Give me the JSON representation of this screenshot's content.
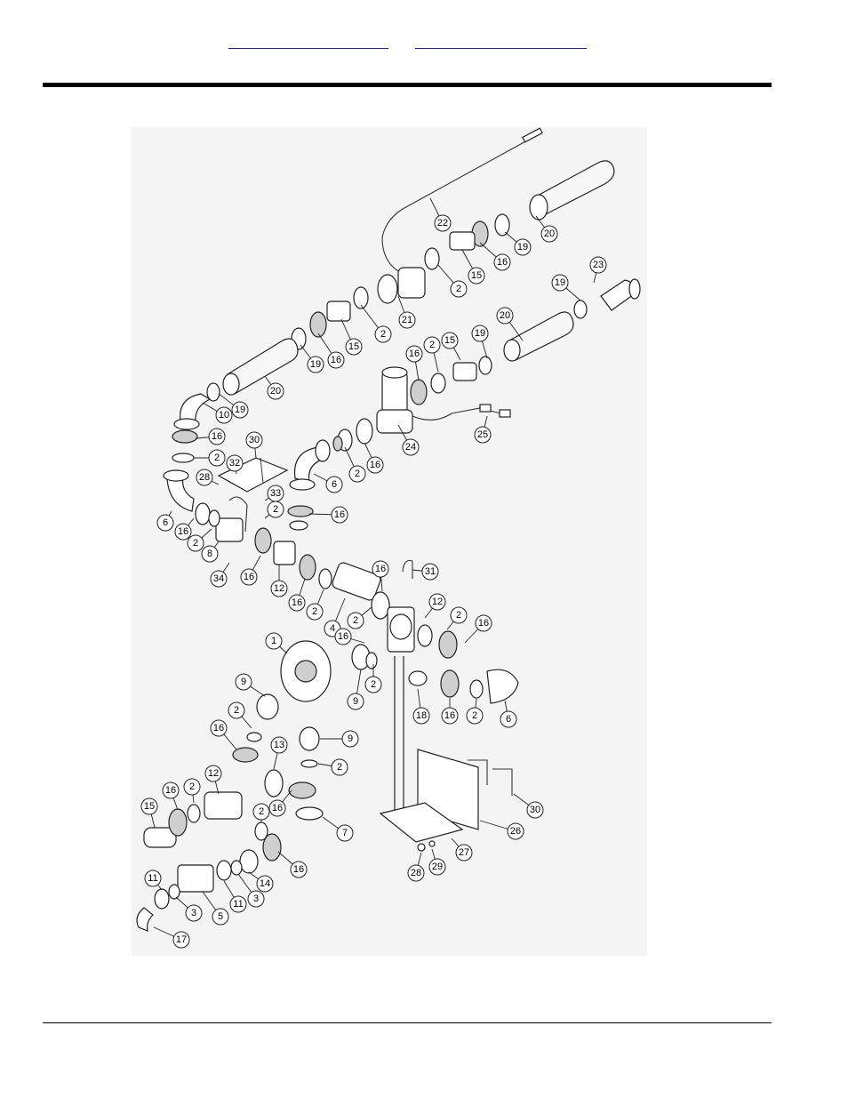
{
  "header": {
    "links": [
      {
        "label": ""
      },
      {
        "label": ""
      }
    ]
  },
  "diagram": {
    "callouts": [
      "1",
      "2",
      "3",
      "4",
      "5",
      "6",
      "7",
      "8",
      "9",
      "10",
      "11",
      "12",
      "13",
      "14",
      "15",
      "16",
      "17",
      "18",
      "19",
      "20",
      "21",
      "22",
      "23",
      "24",
      "25",
      "26",
      "27",
      "28",
      "29",
      "30",
      "31",
      "32",
      "33",
      "34"
    ]
  }
}
